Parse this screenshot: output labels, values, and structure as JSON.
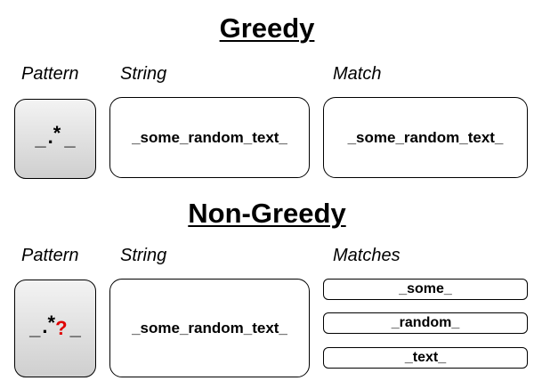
{
  "greedy": {
    "title": "Greedy",
    "labels": {
      "pattern": "Pattern",
      "string": "String",
      "match": "Match"
    },
    "pattern": {
      "text": "_.*_",
      "parts": [
        "_",
        ".",
        "*",
        "_"
      ]
    },
    "string": "_some_random_text_",
    "match": "_some_random_text_"
  },
  "non_greedy": {
    "title": "Non-Greedy",
    "labels": {
      "pattern": "Pattern",
      "string": "String",
      "matches": "Matches"
    },
    "pattern": {
      "text": "_.*?_",
      "parts": [
        "_",
        ".",
        "*",
        "?",
        "_"
      ]
    },
    "string": "_some_random_text_",
    "matches": [
      "_some_",
      "_random_",
      "_text_"
    ]
  },
  "colors": {
    "lazy_quantifier": "#e00000",
    "pattern_gradient": [
      "#f3f3f3",
      "#cfcfcf"
    ]
  }
}
